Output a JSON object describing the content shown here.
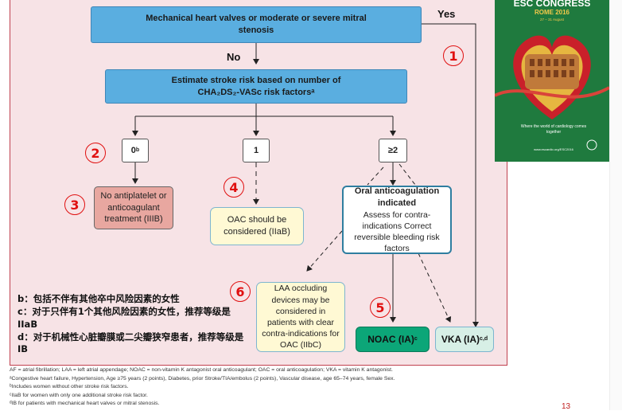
{
  "flow": {
    "q1": "Mechanical heart valves or moderate or severe mitral stenosis",
    "yes": "Yes",
    "no": "No",
    "estimate_line1": "Estimate stroke risk based on number of",
    "estimate_line2": "CHA₂DS₂-VASc risk factorsᵃ",
    "score0": "0",
    "score0_sup": "b",
    "score1": "1",
    "score2": "≥2",
    "no_antiplatelet": "No antiplatelet or anticoagulant treatment (IIIB)",
    "oac_considered": "OAC should be considered (IIaB)",
    "oral_title": "Oral anticoagulation indicated",
    "oral_body": "Assess for contra-indications Correct reversible bleeding risk factors",
    "laa": "LAA occluding devices may be considered in patients with clear contra-indications for OAC (IIbC)",
    "noac": "NOAC (IA)",
    "noac_sup": "c",
    "vka": "VKA (IA)",
    "vka_sup": "c,d"
  },
  "markers": [
    "1",
    "2",
    "3",
    "4",
    "5",
    "6"
  ],
  "notes": [
    "b：包括不伴有其他卒中风险因素的女性",
    "c：对于只伴有1个其他风险因素的女性，推荐等级是IIaB",
    "d：对于机械性心脏瓣膜或二尖瓣狭窄患者，推荐等级是IB"
  ],
  "footnotes": [
    "AF = atrial fibrillation; LAA = left atrial appendage; NOAC = non-vitamin K antagonist oral anticoagulant; OAC = oral anticoagulation; VKA = vitamin K antagonist.",
    "ᵃCongestive heart failure, Hypertension, Age ≥75 years (2 points), Diabetes, prior Stroke/TIA/embolus (2 points), Vascular disease, age 65–74 years, female Sex.",
    "ᵇIncludes women without other stroke risk factors.",
    "ᶜIIaB for women with only one additional stroke risk factor.",
    "ᵈIB for patients with mechanical heart valves or mitral stenosis."
  ],
  "esc": {
    "title": "ESC CONGRESS",
    "city": "ROME 2016",
    "dates": "27 – 31 August",
    "tagline": "Where the world of cardiology comes together",
    "url": "www.escardio.org/ESC2016"
  },
  "page_number": "13",
  "colors": {
    "panel_bg": "#f7e3e6",
    "blue_box": "#5aaee0",
    "noac_green": "#0ca678",
    "marker_red": "#e01010"
  }
}
